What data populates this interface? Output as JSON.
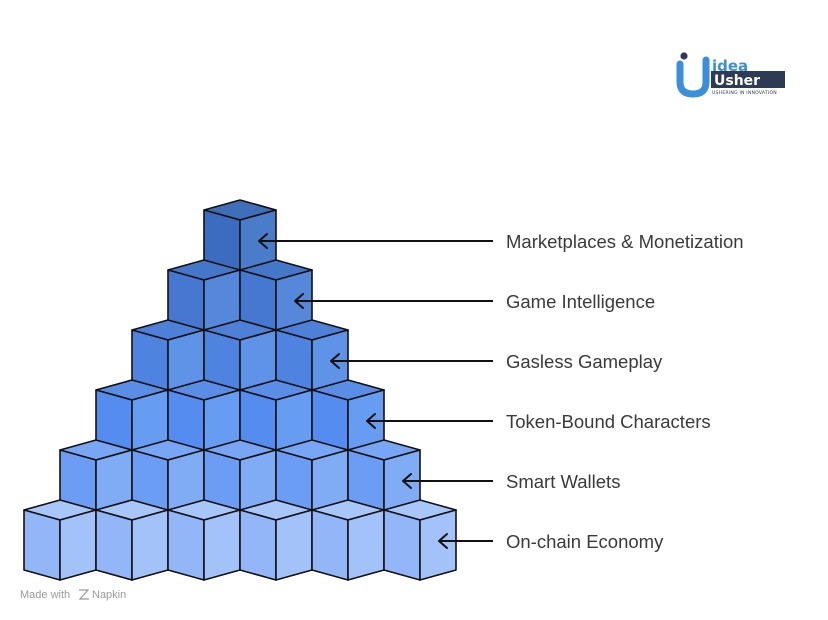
{
  "logo": {
    "line1": "idea",
    "line2": "Usher",
    "tagline": "USHERING IN INNOVATION",
    "colors": {
      "blue": "#3a8fd9",
      "navy": "#2d3b55"
    }
  },
  "pyramid": {
    "levels": [
      {
        "label": "Marketplaces & Monetization",
        "cubes": 1,
        "top": "#3e6fb8",
        "left": "#3b6cc0",
        "right": "#4a7dc9"
      },
      {
        "label": "Game Intelligence",
        "cubes": 2,
        "top": "#4577c9",
        "left": "#4678d2",
        "right": "#5588db"
      },
      {
        "label": "Gasless Gameplay",
        "cubes": 3,
        "top": "#4d80d6",
        "left": "#4e84e0",
        "right": "#5f93e8"
      },
      {
        "label": "Token-Bound Characters",
        "cubes": 4,
        "top": "#5a8ee6",
        "left": "#548cf0",
        "right": "#679cf3"
      },
      {
        "label": "Smart Wallets",
        "cubes": 5,
        "top": "#79a6f4",
        "left": "#6c9df4",
        "right": "#80acf6"
      },
      {
        "label": "On-chain Economy",
        "cubes": 6,
        "top": "#a9c6fb",
        "left": "#93b6f9",
        "right": "#a4c2fa"
      }
    ],
    "stroke": "#111111",
    "arrow_color": "#111111"
  },
  "footer": {
    "made_with": "Made with",
    "brand": "Napkin"
  }
}
